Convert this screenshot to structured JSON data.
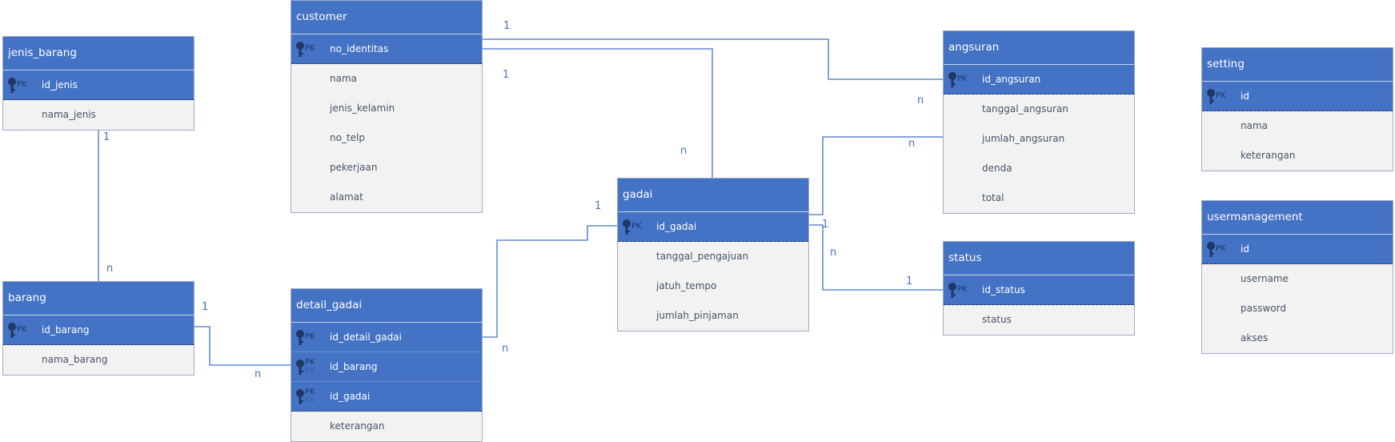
{
  "colors": {
    "header": "#4472c4",
    "body": "#f2f2f2",
    "line": "#4472c4",
    "text": "#44546a"
  },
  "icons": {
    "key": "key-icon"
  },
  "entities": {
    "jenis_barang": {
      "title": "jenis_barang",
      "rows": [
        {
          "name": "id_jenis",
          "key": "PK"
        },
        {
          "name": "nama_jenis"
        }
      ]
    },
    "customer": {
      "title": "customer",
      "rows": [
        {
          "name": "no_identitas",
          "key": "PK"
        },
        {
          "name": "nama"
        },
        {
          "name": "jenis_kelamin"
        },
        {
          "name": "no_telp"
        },
        {
          "name": "pekerjaan"
        },
        {
          "name": "alamat"
        }
      ]
    },
    "angsuran": {
      "title": "angsuran",
      "rows": [
        {
          "name": "id_angsuran",
          "key": "PK"
        },
        {
          "name": "tanggal_angsuran"
        },
        {
          "name": "jumlah_angsuran"
        },
        {
          "name": "denda"
        },
        {
          "name": "total"
        }
      ]
    },
    "setting": {
      "title": "setting",
      "rows": [
        {
          "name": "id",
          "key": "PK"
        },
        {
          "name": "nama"
        },
        {
          "name": "keterangan"
        }
      ]
    },
    "gadai": {
      "title": "gadai",
      "rows": [
        {
          "name": "id_gadai",
          "key": "PK"
        },
        {
          "name": "tanggal_pengajuan"
        },
        {
          "name": "jatuh_tempo"
        },
        {
          "name": "jumlah_pinjaman"
        }
      ]
    },
    "barang": {
      "title": "barang",
      "rows": [
        {
          "name": "id_barang",
          "key": "PK"
        },
        {
          "name": "nama_barang"
        }
      ]
    },
    "detail_gadai": {
      "title": "detail_gadai",
      "rows": [
        {
          "name": "id_detail_gadai",
          "key": "PK"
        },
        {
          "name": "id_barang",
          "key": "PK",
          "key2": "FK"
        },
        {
          "name": "id_gadai",
          "key": "PK",
          "key2": "FK"
        },
        {
          "name": "keterangan"
        }
      ]
    },
    "status": {
      "title": "status",
      "rows": [
        {
          "name": "id_status",
          "key": "PK"
        },
        {
          "name": "status"
        }
      ]
    },
    "usermanagement": {
      "title": "usermanagement",
      "rows": [
        {
          "name": "id",
          "key": "PK"
        },
        {
          "name": "username"
        },
        {
          "name": "password"
        },
        {
          "name": "akses"
        }
      ]
    }
  },
  "cardinality": {
    "customer_angsuran_one": "1",
    "customer_gadai_one": "1",
    "angsuran_many": "n",
    "gadai_angsuran_many": "n",
    "customer_gadai_many": "n",
    "gadai_detail_one": "1",
    "gadai_status_one": "1",
    "gadai_status_many": "n",
    "status_one": "1",
    "jenis_one": "1",
    "jenis_barang_many": "n",
    "barang_one": "1",
    "barang_detail_many": "n",
    "detail_gadai_many": "n"
  }
}
